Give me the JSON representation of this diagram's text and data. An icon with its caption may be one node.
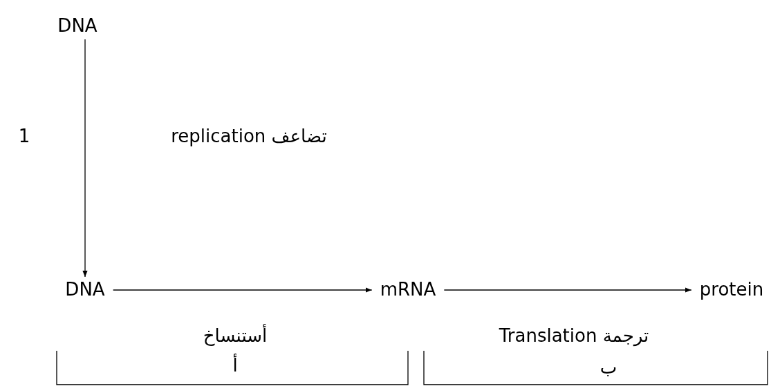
{
  "diagram": {
    "nodes": [
      {
        "text": [
          "DNA"
        ]
      },
      {
        "text": [
          "DNA"
        ]
      },
      {
        "text": [
          "mRNA"
        ]
      },
      {
        "text": [
          "protein"
        ]
      }
    ],
    "edges": [
      {
        "from": 0,
        "to": 1,
        "arrow": "to",
        "label": "replication تضاعف"
      },
      {
        "from": 1,
        "to": 2,
        "arrow": "to"
      },
      {
        "from": 2,
        "to": 3,
        "arrow": "to"
      }
    ],
    "labels": [
      "1",
      "أستنساخ",
      "أ",
      "Translation ترجمة",
      "ب"
    ]
  }
}
